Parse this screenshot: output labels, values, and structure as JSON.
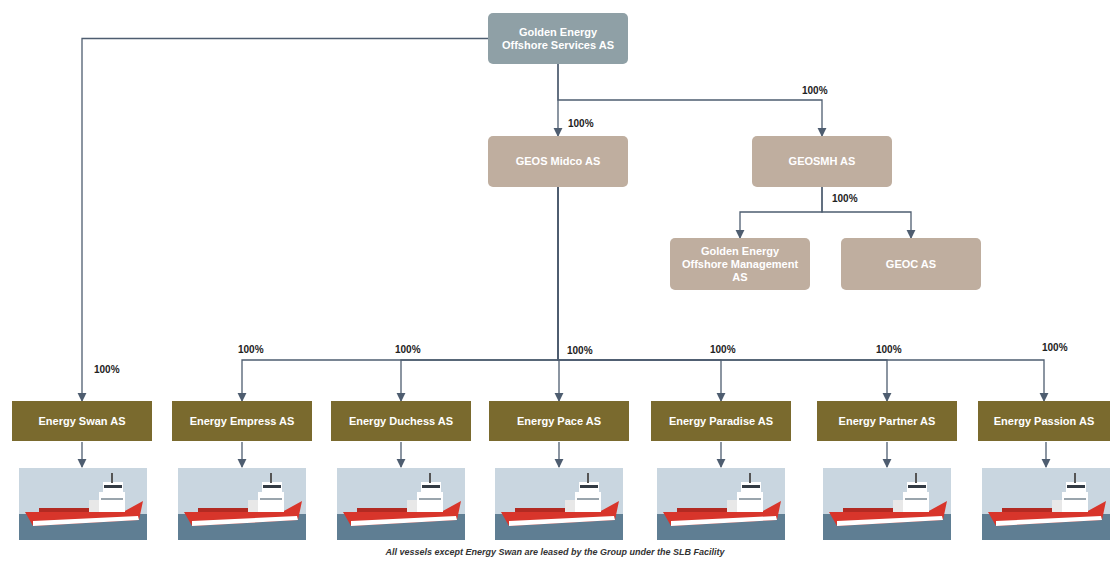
{
  "diagram": {
    "caption": "All vessels except Energy Swan are leased by the Group under the SLB Facility",
    "nodes": [
      {
        "text": [
          "Golden Energy Offshore Services AS"
        ]
      },
      {
        "text": [
          "GEOS Midco AS"
        ]
      },
      {
        "text": [
          "GEOSMH AS"
        ]
      },
      {
        "text": [
          "Golden Energy Offshore Management AS"
        ]
      },
      {
        "text": [
          "GEOC AS"
        ]
      },
      {
        "text": [
          "Energy Swan AS"
        ]
      },
      {
        "text": [
          "Energy Empress AS"
        ]
      },
      {
        "text": [
          "Energy Duchess AS"
        ]
      },
      {
        "text": [
          "Energy Pace AS"
        ]
      },
      {
        "text": [
          "Energy Paradise AS"
        ]
      },
      {
        "text": [
          "Energy Partner AS"
        ]
      },
      {
        "text": [
          "Energy Passion AS"
        ]
      }
    ],
    "edges": [
      {
        "from": 0,
        "to": 5,
        "arrow": "to",
        "label": "100%"
      },
      {
        "from": 0,
        "to": 1,
        "arrow": "to",
        "label": "100%"
      },
      {
        "from": 0,
        "to": 2,
        "arrow": "to",
        "label": "100%"
      },
      {
        "from": 2,
        "to": 3,
        "arrow": "to"
      },
      {
        "from": 2,
        "to": 4,
        "arrow": "to",
        "label": "100%"
      },
      {
        "from": 1,
        "to": 6,
        "arrow": "to",
        "label": "100%"
      },
      {
        "from": 1,
        "to": 7,
        "arrow": "to",
        "label": "100%"
      },
      {
        "from": 1,
        "to": 8,
        "arrow": "to",
        "label": "100%"
      },
      {
        "from": 1,
        "to": 9,
        "arrow": "to",
        "label": "100%"
      },
      {
        "from": 1,
        "to": 10,
        "arrow": "to",
        "label": "100%"
      },
      {
        "from": 1,
        "to": 11,
        "arrow": "to",
        "label": "100%"
      }
    ]
  }
}
